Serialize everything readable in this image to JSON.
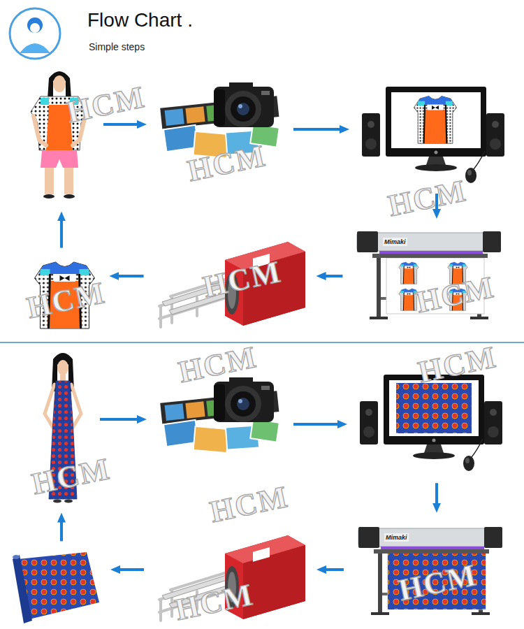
{
  "diagram": {
    "title": "Flow Chart .",
    "caption": "Simple steps",
    "nodes": [
      {
        "text": []
      },
      {
        "text": []
      },
      {
        "text": []
      },
      {
        "text": [
          "Mimaki"
        ]
      },
      {
        "text": []
      },
      {
        "text": []
      },
      {
        "text": []
      },
      {
        "text": []
      },
      {
        "text": []
      },
      {
        "text": [
          "Mimaki"
        ]
      },
      {
        "text": []
      },
      {
        "text": []
      }
    ],
    "edges": [
      {
        "from": 0,
        "to": 1,
        "arrow": "to"
      },
      {
        "from": 1,
        "to": 2,
        "arrow": "to"
      },
      {
        "from": 2,
        "to": 3,
        "arrow": "to"
      },
      {
        "from": 3,
        "to": 4,
        "arrow": "to"
      },
      {
        "from": 4,
        "to": 5,
        "arrow": "to"
      },
      {
        "from": 5,
        "to": 0,
        "arrow": "to"
      },
      {
        "from": 6,
        "to": 7,
        "arrow": "to"
      },
      {
        "from": 7,
        "to": 8,
        "arrow": "to"
      },
      {
        "from": 8,
        "to": 9,
        "arrow": "to"
      },
      {
        "from": 9,
        "to": 10,
        "arrow": "to"
      },
      {
        "from": 10,
        "to": 11,
        "arrow": "to"
      },
      {
        "from": 11,
        "to": 6,
        "arrow": "to"
      }
    ],
    "labels": [
      "HCM",
      "HCM",
      "HCM",
      "HCM",
      "HCM",
      "HCM",
      "HCM",
      "HCM",
      "HCM",
      "HCM",
      "HCM",
      "HCM"
    ]
  }
}
